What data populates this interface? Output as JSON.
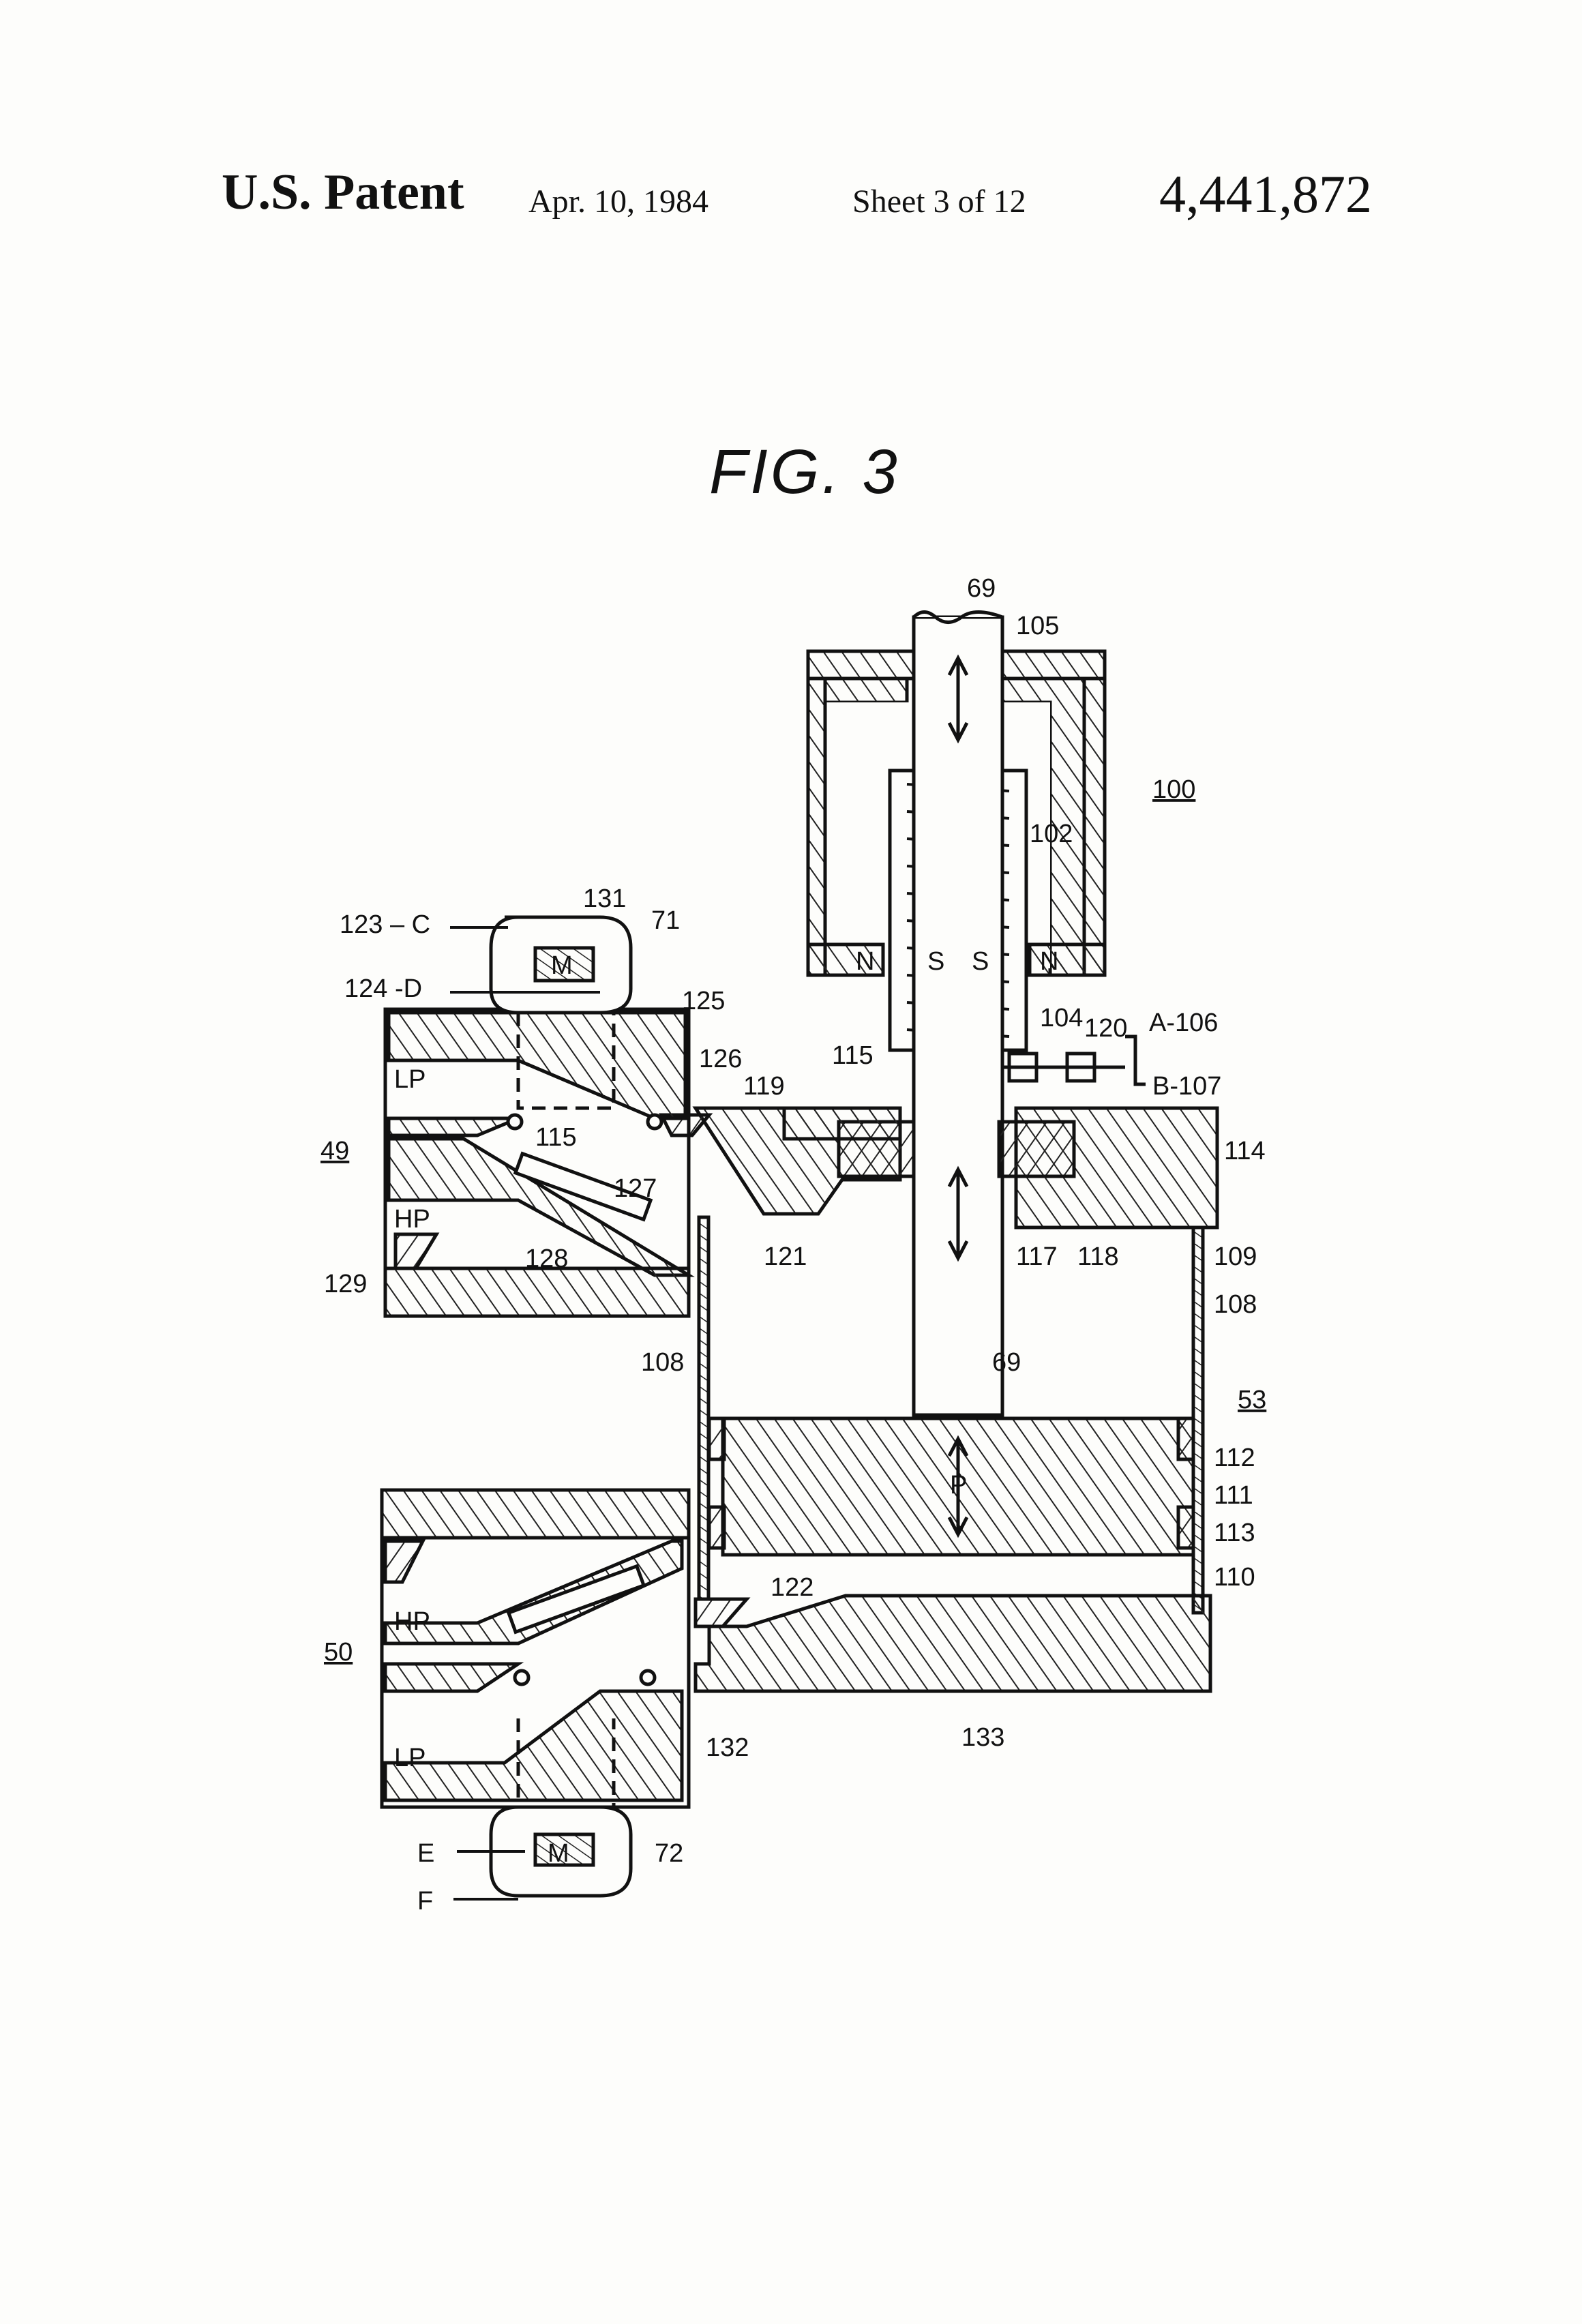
{
  "header": {
    "title": "U.S. Patent",
    "date": "Apr. 10, 1984",
    "sheet": "Sheet 3 of 12",
    "patent_number": "4,441,872"
  },
  "figure": {
    "title": "FIG. 3",
    "labels": {
      "l69_top": "69",
      "l105": "105",
      "l100": "100",
      "l102": "102",
      "lN_left": "N",
      "lS_left": "S",
      "lS_right": "S",
      "lN_right": "N",
      "l104": "104",
      "l120": "120",
      "lA106": "A-106",
      "lB107": "B-107",
      "l115_right": "115",
      "l119": "119",
      "l114": "114",
      "l117": "117",
      "l118": "118",
      "l109": "109",
      "l108_right": "108",
      "l121": "121",
      "l69_mid": "69",
      "l53": "53",
      "l112": "112",
      "l111": "111",
      "l113": "113",
      "l110": "110",
      "lP": "P",
      "l122": "122",
      "l133": "133",
      "l132": "132",
      "l123C": "123 – C",
      "l124D": "124 -D",
      "l131": "131",
      "l71": "71",
      "lM_top": "M",
      "l125": "125",
      "l126": "126",
      "lLP_top": "LP",
      "l115_left": "115",
      "l49": "49",
      "lHP_top": "HP",
      "l127": "127",
      "l128": "128",
      "l129": "129",
      "l108_left": "108",
      "l50": "50",
      "lHP_bot": "HP",
      "lLP_bot": "LP",
      "lE": "E",
      "lF": "F",
      "lM_bot": "M",
      "l72": "72"
    }
  }
}
